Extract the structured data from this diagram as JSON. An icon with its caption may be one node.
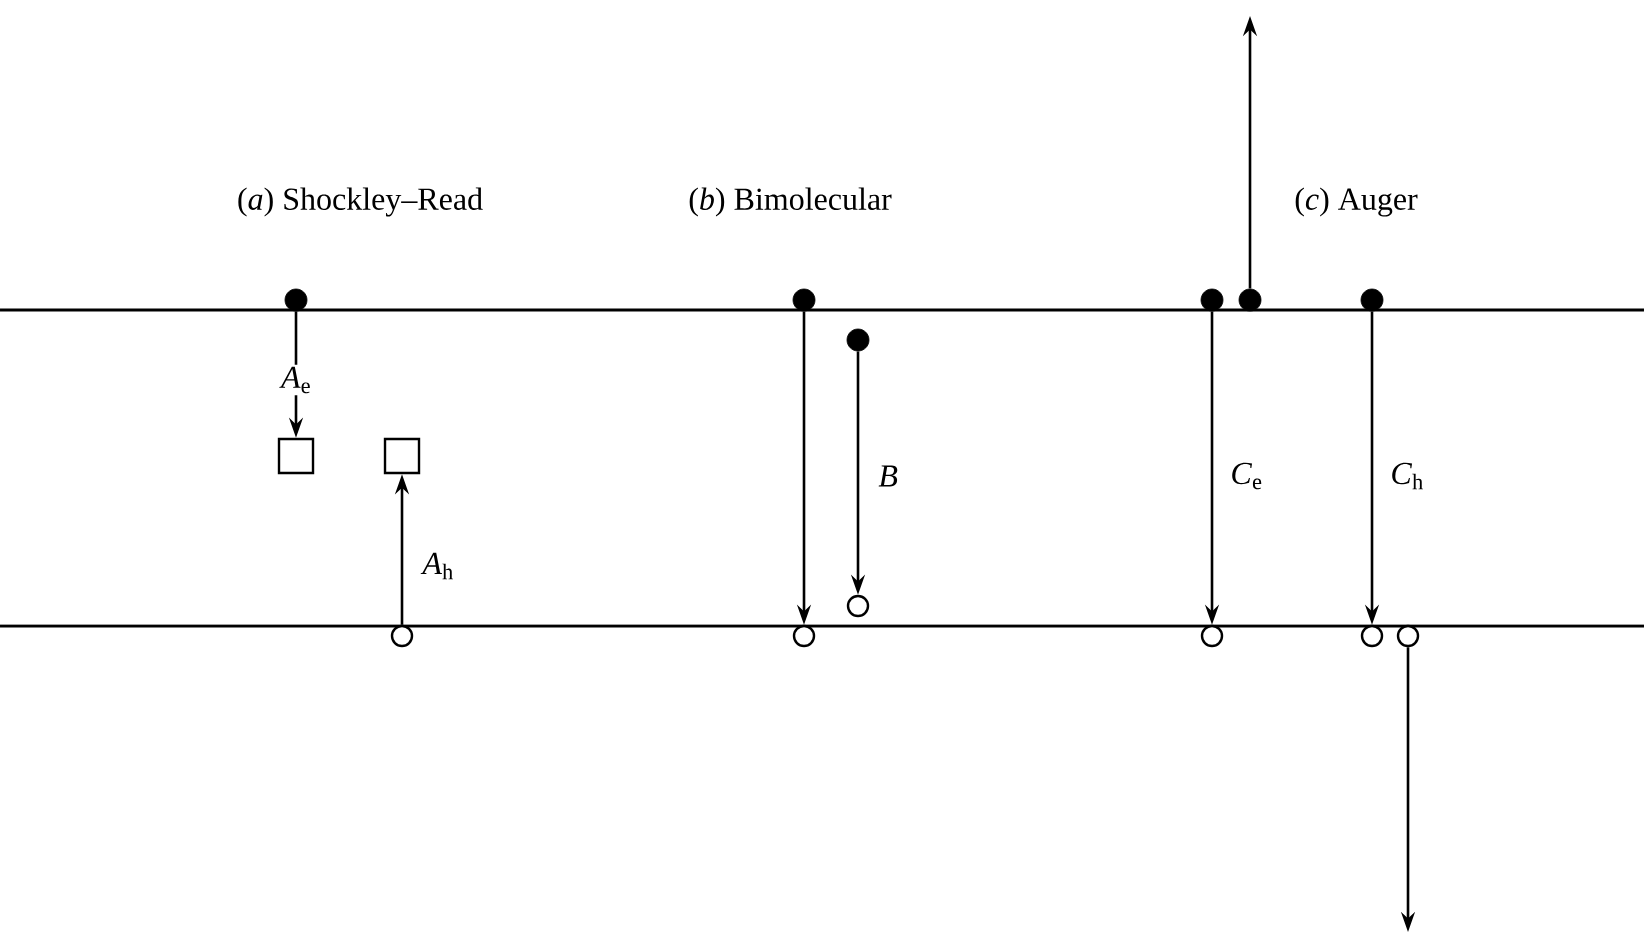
{
  "diagram": {
    "nodes": [
      {
        "text": [],
        "shape": "dot"
      },
      {
        "text": [],
        "shape": "dot"
      },
      {
        "text": [],
        "shape": "dot"
      },
      {
        "text": [],
        "shape": "dot"
      },
      {
        "text": [],
        "shape": "dot"
      },
      {
        "text": [],
        "shape": "dot"
      },
      {
        "text": [],
        "shape": "box"
      },
      {
        "text": [],
        "shape": "box"
      },
      {
        "text": [],
        "shape": "circle"
      },
      {
        "text": [],
        "shape": "circle"
      },
      {
        "text": [],
        "shape": "circle"
      },
      {
        "text": [],
        "shape": "circle"
      },
      {
        "text": [],
        "shape": "circle"
      },
      {
        "text": [],
        "shape": "circle"
      }
    ],
    "edges": [
      {
        "from": 0,
        "to": 6,
        "arrow": "to",
        "label": "*A*$_{e}$"
      },
      {
        "from": 9,
        "to": 7,
        "arrow": "to",
        "label": "*A*$_{h}$"
      },
      {
        "from": 1,
        "to": 10,
        "arrow": "to"
      },
      {
        "from": 5,
        "to": 8,
        "arrow": "to",
        "label": "*B*"
      },
      {
        "from": 2,
        "to": 11,
        "arrow": "to",
        "label": "*C*$_{e}$"
      },
      {
        "from": 3,
        "to": null,
        "arrow": "to"
      },
      {
        "from": 4,
        "to": 12,
        "arrow": "to",
        "label": "*C*$_{h}$"
      },
      {
        "from": 13,
        "to": null,
        "arrow": "to"
      }
    ],
    "labels": [
      "(*a*) Shockley–Read",
      "(*b*) Bimolecular",
      "(*c*) Auger"
    ]
  }
}
